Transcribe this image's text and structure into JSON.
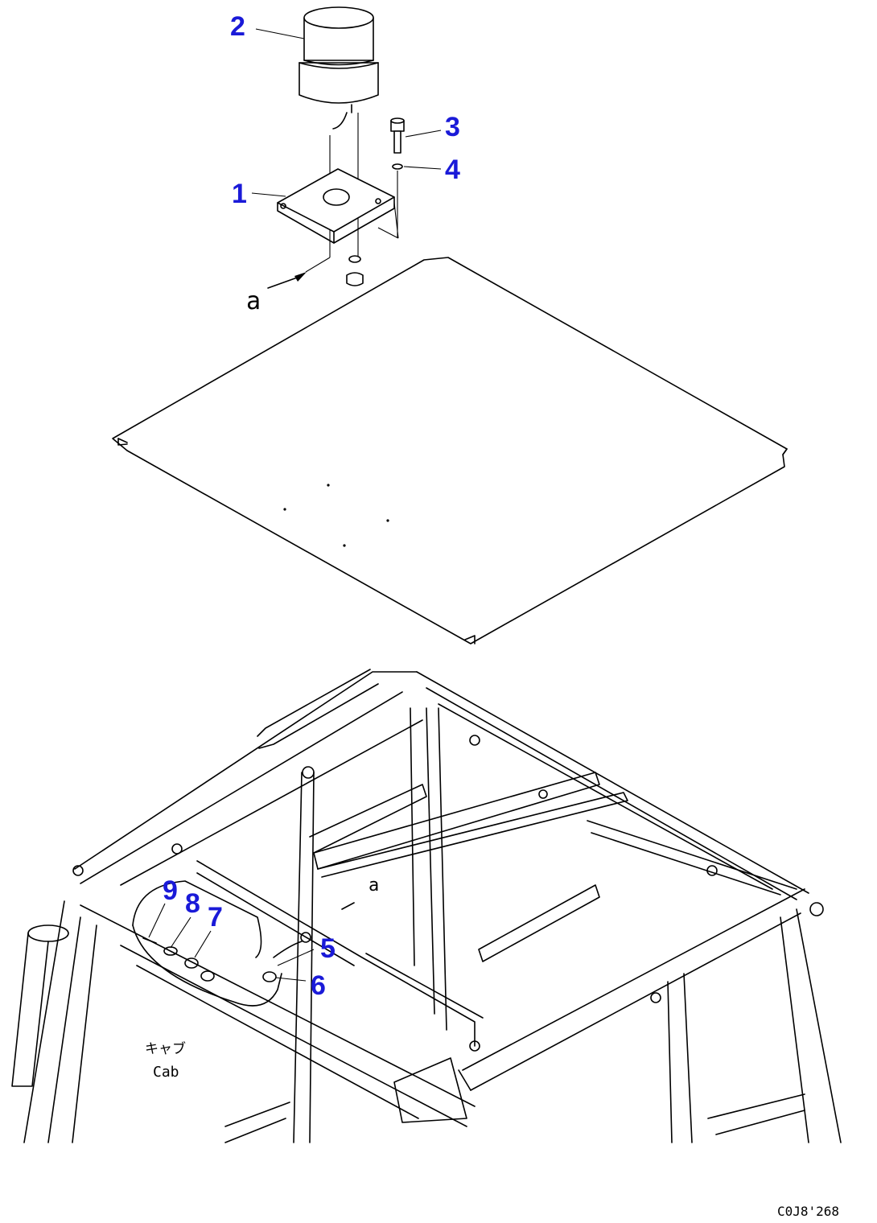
{
  "callouts": {
    "c1": "1",
    "c2": "2",
    "c3": "3",
    "c4": "4",
    "c5": "5",
    "c6": "6",
    "c7": "7",
    "c8": "8",
    "c9": "9"
  },
  "labels": {
    "detail_a_top": "a",
    "detail_a_cab": "a",
    "cab_jp": "キャブ",
    "cab_en": "Cab",
    "drawing_code": "C0J8'268"
  },
  "colors": {
    "callout": "#1a1ad8",
    "linework": "#000000",
    "background": "#ffffff"
  }
}
